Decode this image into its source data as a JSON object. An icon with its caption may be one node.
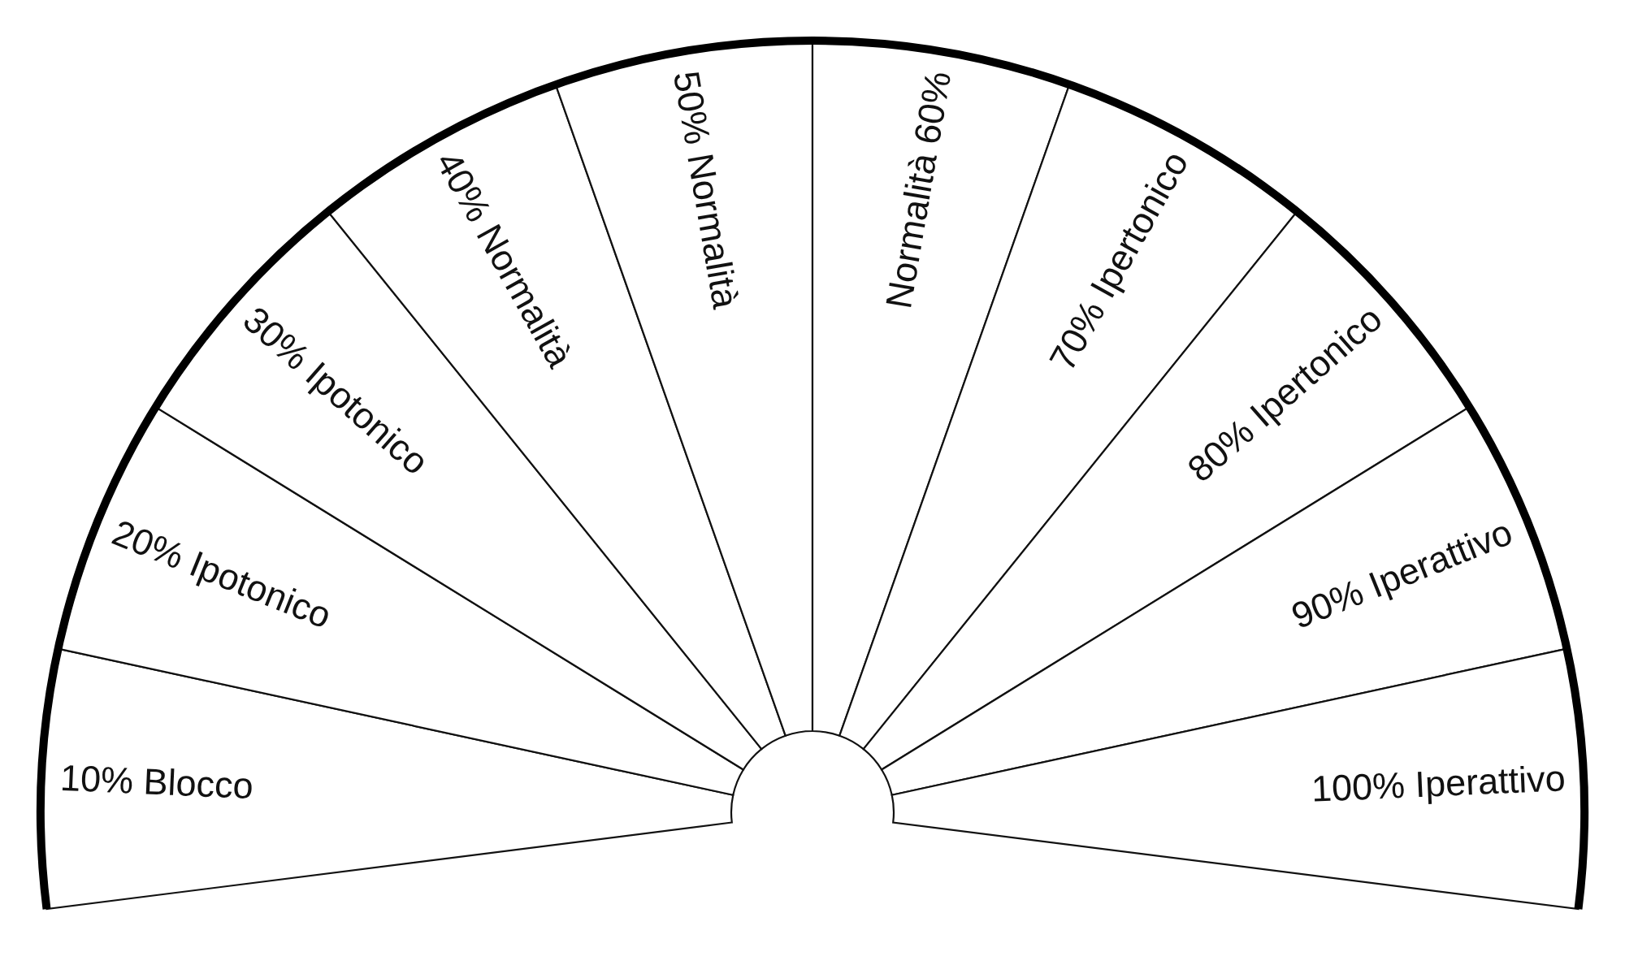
{
  "diagram": {
    "nodes": [
      {
        "text": [
          "10% Blocco"
        ]
      },
      {
        "text": [
          "20% Ipotonico"
        ]
      },
      {
        "text": [
          "30% Ipotonico"
        ]
      },
      {
        "text": [
          "40% Normalità"
        ]
      },
      {
        "text": [
          "50% Normalità"
        ]
      },
      {
        "text": [
          "Normalità 60%"
        ]
      },
      {
        "text": [
          "70% Ipertonico"
        ]
      },
      {
        "text": [
          "80% Ipertonico"
        ]
      },
      {
        "text": [
          "90% Iperattivo"
        ]
      },
      {
        "text": [
          "100% Iperattivo"
        ]
      }
    ]
  }
}
